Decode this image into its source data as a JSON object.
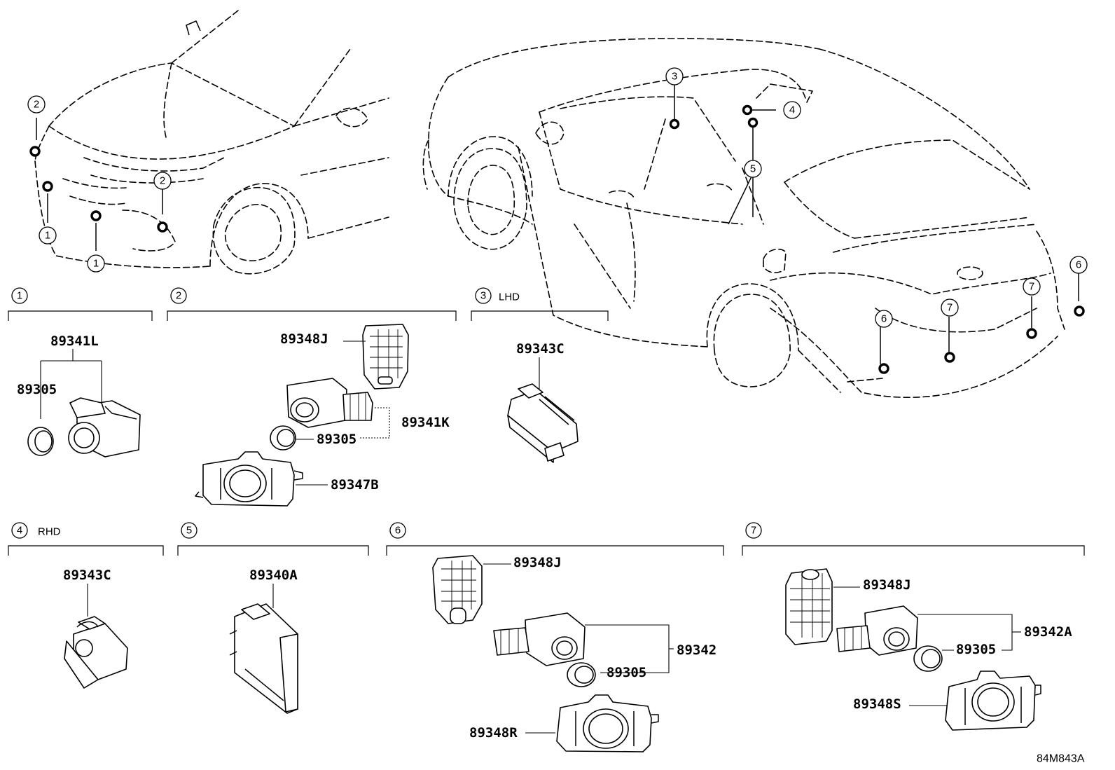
{
  "callouts": {
    "c1": "1",
    "c2": "2",
    "c3": "3",
    "c4": "4",
    "c5": "5",
    "c6": "6",
    "c7": "7"
  },
  "groups": {
    "g3_note": "LHD",
    "g4_note": "RHD"
  },
  "parts": {
    "p89341L": "89341L",
    "p89305": "89305",
    "p89348J": "89348J",
    "p89341K": "89341K",
    "p89347B": "89347B",
    "p89343C": "89343C",
    "p89340A": "89340A",
    "p89342": "89342",
    "p89348R": "89348R",
    "p89342A": "89342A",
    "p89348S": "89348S"
  },
  "ref_code": "84M843A"
}
